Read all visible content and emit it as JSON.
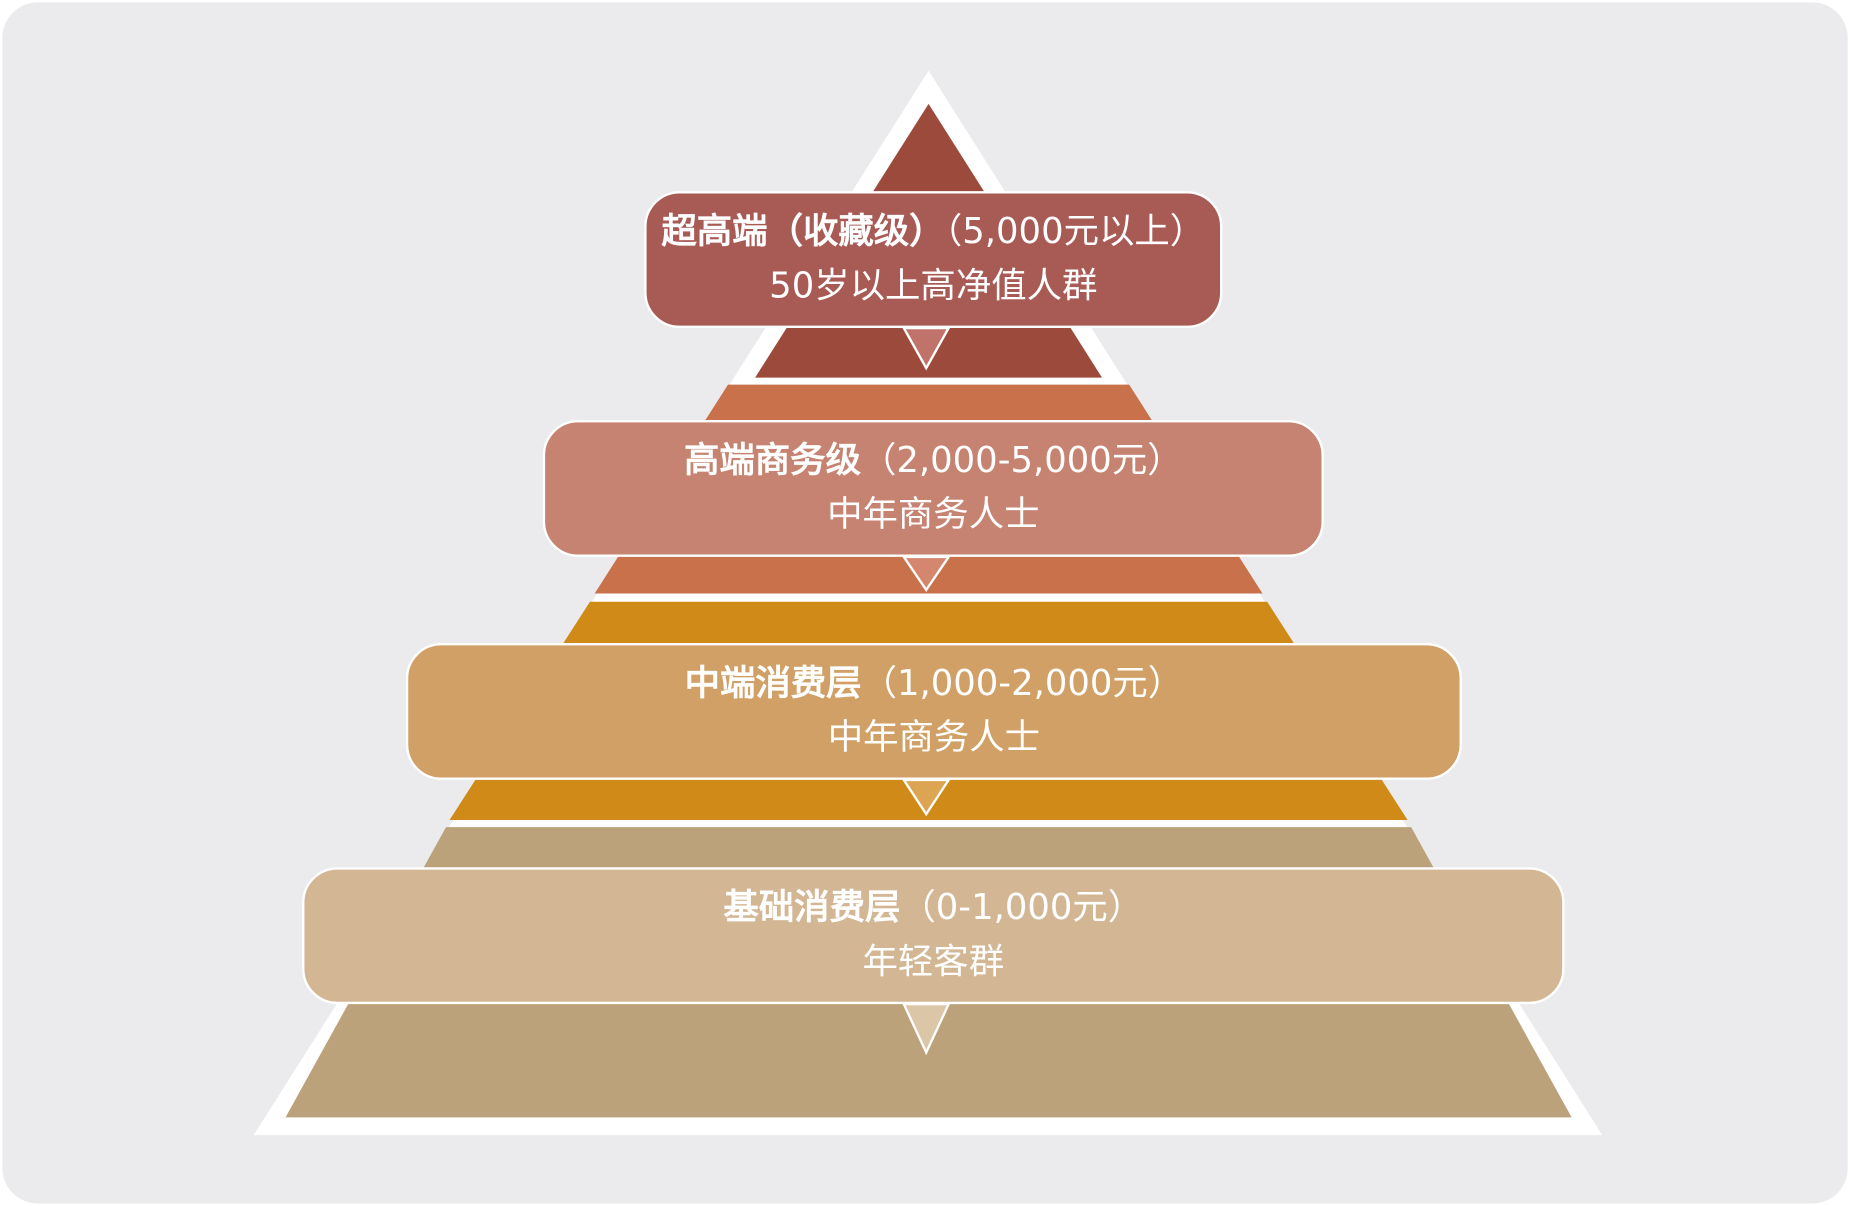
{
  "colors": {
    "background": "#ebebed",
    "tier1": "#9c4a3c",
    "tier2": "#c8714a",
    "tier3": "#d08a17",
    "tier4": "#bba27a",
    "box1": "#a85a55",
    "box2": "#c68371",
    "box3": "#d1a066",
    "box4": "#d3b795"
  },
  "tiers": [
    {
      "title": "超高端（收藏级）",
      "range": "（5,000元以上）",
      "audience": "50岁以上高净值人群"
    },
    {
      "title": "高端商务级",
      "range": "（2,000-5,000元）",
      "audience": "中年商务人士"
    },
    {
      "title": "中端消费层",
      "range": "（1,000-2,000元）",
      "audience": "中年商务人士"
    },
    {
      "title": "基础消费层",
      "range": "（0-1,000元）",
      "audience": "年轻客群"
    }
  ]
}
